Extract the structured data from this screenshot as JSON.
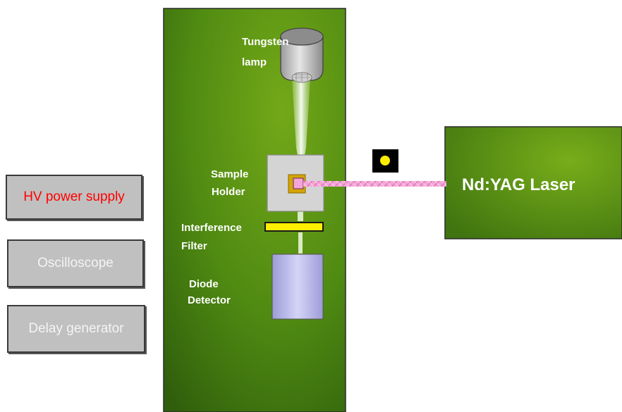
{
  "side_boxes": {
    "hv_power_supply": "HV power supply",
    "oscilloscope": "Oscilloscope",
    "delay_generator": "Delay generator"
  },
  "labels": {
    "tungsten_lamp_line1": "Tungsten",
    "tungsten_lamp_line2": "lamp",
    "sample_holder_line1": "Sample",
    "sample_holder_line2": "Holder",
    "interference_filter_line1": "Interference",
    "interference_filter_line2": "Filter",
    "diode_detector_line1": "Diode",
    "diode_detector_line2": "Detector",
    "laser": "Nd:YAG Laser"
  },
  "colors": {
    "panel_green": "#4f8a12",
    "laser_green": "#5c9510",
    "hv_text": "#ff0000",
    "filter_yellow": "#ffee00",
    "detector_lavender": "#b8b8ec",
    "beam_pink": "#f3a6d6"
  }
}
